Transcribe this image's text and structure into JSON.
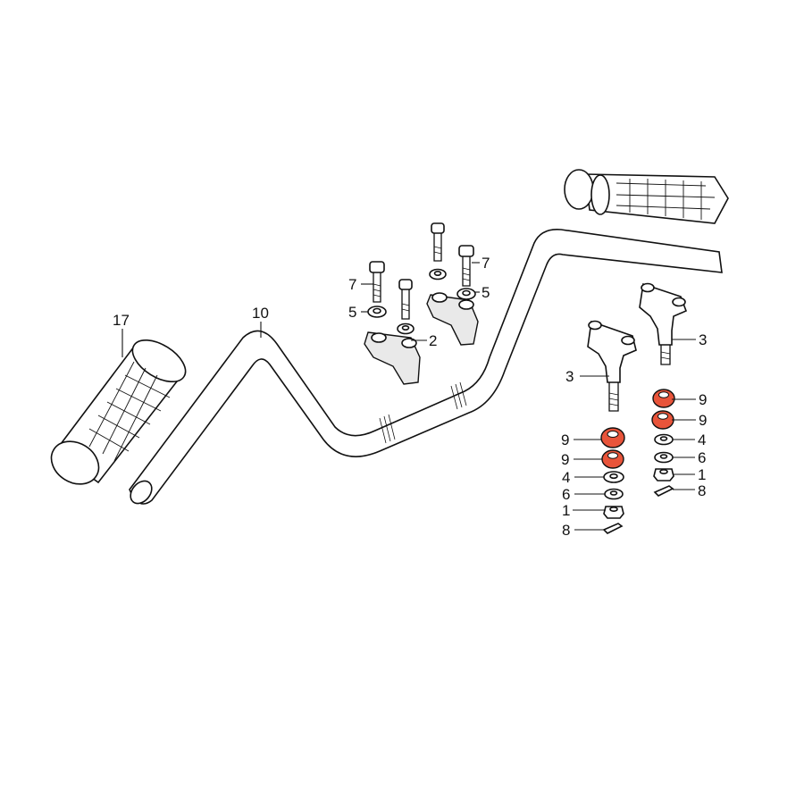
{
  "callouts": {
    "grip_left": "17",
    "handlebar": "10",
    "upper_holder": "2",
    "bolt_left": "7",
    "washer_left": "5",
    "bolt_right": "7",
    "washer_right": "5",
    "lower_holder_left": "3",
    "lower_holder_right": "3",
    "left_cushion_a": "9",
    "left_cushion_b": "9",
    "left_washer_4": "4",
    "left_washer_6": "6",
    "left_nut_1": "1",
    "left_pin_8": "8",
    "right_cushion_a": "9",
    "right_cushion_b": "9",
    "right_washer_4": "4",
    "right_washer_6": "6",
    "right_nut_1": "1",
    "right_pin_8": "8"
  },
  "colors": {
    "highlight": "#e8543a",
    "line": "#111111"
  }
}
